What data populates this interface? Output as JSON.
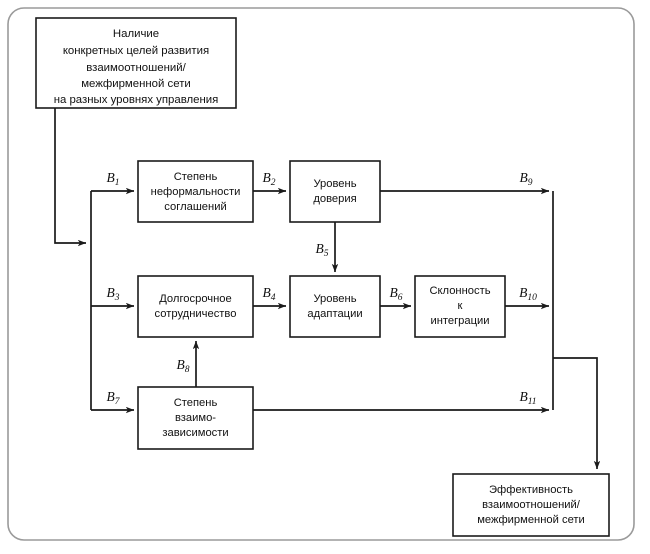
{
  "diagram": {
    "title": "",
    "frame": {
      "border_color": "#9a9a9a",
      "background": "#ffffff"
    },
    "nodes": [
      {
        "id": "goals",
        "name": "goals-box",
        "lines": [
          "Наличие",
          "конкретных целей развития",
          "взаимоотношений/",
          "межфирменной сети",
          "на разных уровнях управления"
        ]
      },
      {
        "id": "informality",
        "name": "informality-box",
        "lines": [
          "Степень",
          "неформальности",
          "соглашений"
        ]
      },
      {
        "id": "trust",
        "name": "trust-box",
        "lines": [
          "Уровень",
          "доверия"
        ]
      },
      {
        "id": "longterm",
        "name": "longterm-cooperation-box",
        "lines": [
          "Долгосрочное",
          "сотрудничество"
        ]
      },
      {
        "id": "adaptation",
        "name": "adaptation-level-box",
        "lines": [
          "Уровень",
          "адаптации"
        ]
      },
      {
        "id": "integration",
        "name": "integration-propensity-box",
        "lines": [
          "Склонность",
          "к",
          "интеграции"
        ]
      },
      {
        "id": "interdependence",
        "name": "interdependence-box",
        "lines": [
          "Степень",
          "взаимо-",
          "зависимости"
        ]
      },
      {
        "id": "effectiveness",
        "name": "effectiveness-box",
        "lines": [
          "Эффективность",
          "взаимоотношений/",
          "межфирменной сети"
        ]
      }
    ],
    "edges": [
      {
        "id": "B1",
        "base": "B",
        "sub": "1",
        "from": "goals",
        "to": "informality"
      },
      {
        "id": "B2",
        "base": "B",
        "sub": "2",
        "from": "informality",
        "to": "trust"
      },
      {
        "id": "B3",
        "base": "B",
        "sub": "3",
        "from": "goals",
        "to": "longterm"
      },
      {
        "id": "B4",
        "base": "B",
        "sub": "4",
        "from": "longterm",
        "to": "adaptation"
      },
      {
        "id": "B5",
        "base": "B",
        "sub": "5",
        "from": "trust",
        "to": "adaptation"
      },
      {
        "id": "B6",
        "base": "B",
        "sub": "6",
        "from": "adaptation",
        "to": "integration"
      },
      {
        "id": "B7",
        "base": "B",
        "sub": "7",
        "from": "goals",
        "to": "interdependence"
      },
      {
        "id": "B8",
        "base": "B",
        "sub": "8",
        "from": "interdependence",
        "to": "longterm"
      },
      {
        "id": "B9",
        "base": "B",
        "sub": "9",
        "from": "trust",
        "to": "effectiveness"
      },
      {
        "id": "B10",
        "base": "B",
        "sub": "10",
        "from": "integration",
        "to": "effectiveness"
      },
      {
        "id": "B11",
        "base": "B",
        "sub": "11",
        "from": "interdependence",
        "to": "effectiveness"
      }
    ]
  }
}
